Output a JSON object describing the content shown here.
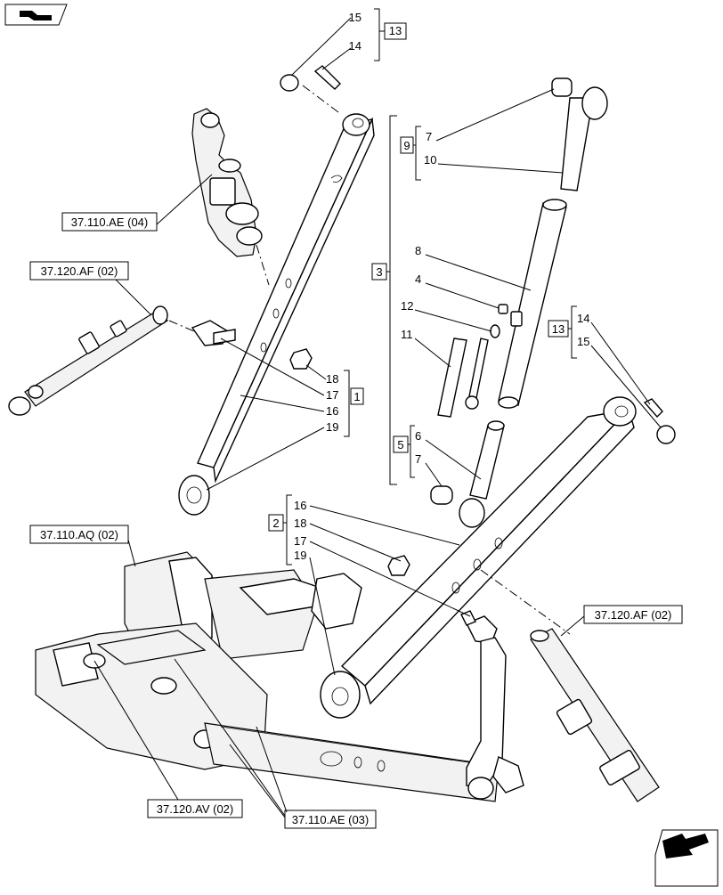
{
  "references": {
    "ae04_top": "37.110.AE (04)",
    "af02_left": "37.120.AF (02)",
    "aq02": "37.110.AQ (02)",
    "af02_right": "37.120.AF (02)",
    "av02": "37.120.AV (02)",
    "ae03": "37.110.AE (03)"
  },
  "groups": {
    "g13_top": {
      "box": "13",
      "items": [
        "15",
        "14"
      ]
    },
    "g9": {
      "box": "9",
      "items": [
        "7",
        "10"
      ]
    },
    "g3": {
      "box": "3",
      "items": [
        "8",
        "4",
        "12",
        "11"
      ]
    },
    "g13_right": {
      "box": "13",
      "items": [
        "14",
        "15"
      ]
    },
    "g1": {
      "box": "1",
      "items": [
        "18",
        "17",
        "16",
        "19"
      ]
    },
    "g5": {
      "box": "5",
      "items": [
        "6",
        "7"
      ]
    },
    "g2": {
      "box": "2",
      "items": [
        "16",
        "18",
        "17",
        "19"
      ]
    }
  }
}
